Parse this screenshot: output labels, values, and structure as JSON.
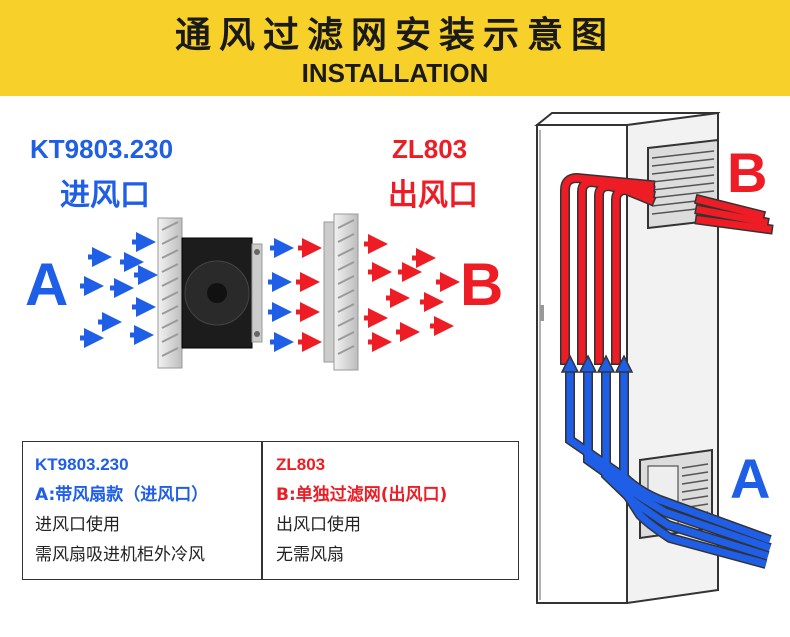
{
  "header": {
    "title_cn": "通风过滤网安装示意图",
    "title_en": "INSTALLATION",
    "color": "#f7d02a"
  },
  "left_device": {
    "model": "KT9803.230",
    "label": "进风口"
  },
  "right_device": {
    "model": "ZL803",
    "label": "出风口"
  },
  "flow": {
    "inlet_letter": "A",
    "outlet_letter": "B",
    "inlet_color": "#1f5ee6",
    "outlet_color": "#ee1c25"
  },
  "cabinet": {
    "top_letter": "B",
    "bottom_letter": "A"
  },
  "table": {
    "left": {
      "model": "KT9803.230",
      "title": "A:带风扇款（进风口）",
      "line1": "进风口使用",
      "line2": "需风扇吸进机柜外冷风"
    },
    "right": {
      "model": "ZL803",
      "title": "B:单独过滤网(出风口)",
      "line1": "出风口使用",
      "line2": "无需风扇"
    }
  }
}
